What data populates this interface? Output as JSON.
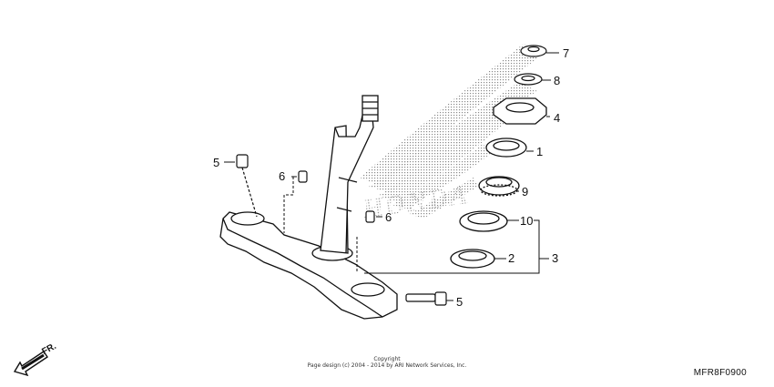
{
  "diagram": {
    "callouts": {
      "c7": "7",
      "c8": "8",
      "c4": "4",
      "c1": "1",
      "c9": "9",
      "c10": "10",
      "c2": "2",
      "c3": "3",
      "c5_upper": "5",
      "c5_lower": "5",
      "c6_upper": "6",
      "c6_lower": "6"
    },
    "watermark_text": "HONDA",
    "copyright_line1": "Copyright",
    "copyright_line2": "Page design (c) 2004 - 2014 by ARI Network Services, Inc.",
    "diagram_code": "MFR8F0900",
    "direction_label": "FR.",
    "colors": {
      "line": "#111111",
      "watermark": "#9a9a9a"
    }
  }
}
